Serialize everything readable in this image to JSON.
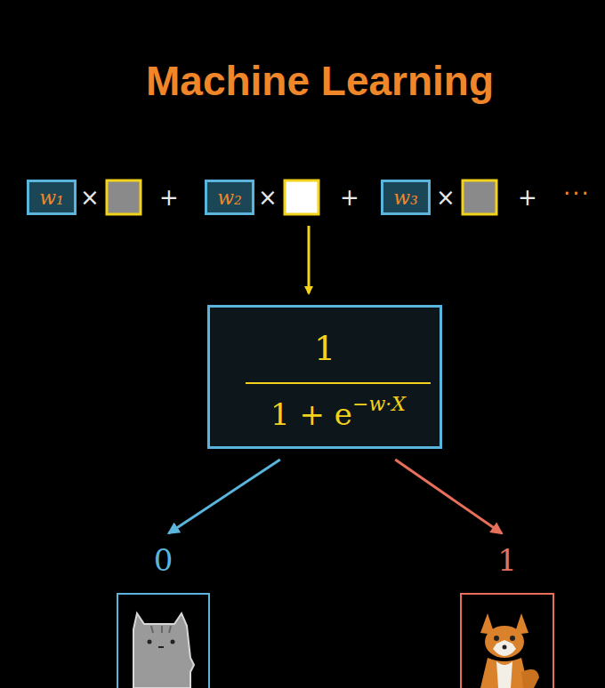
{
  "diagram": {
    "title": "Machine Learning",
    "nodes": [
      {
        "text": [
          "w₁"
        ]
      },
      {
        "text": [
          "w₂"
        ]
      },
      {
        "text": [
          "w₃"
        ]
      },
      {
        "text": [
          "1",
          "1 + e",
          "−w·X"
        ]
      },
      {
        "text": [
          "0"
        ]
      },
      {
        "text": [
          "1"
        ]
      }
    ],
    "edges": [
      {
        "from": 3,
        "to": 4,
        "arrow": "to"
      },
      {
        "from": 3,
        "to": 5,
        "arrow": "to"
      }
    ],
    "labels": [
      "×",
      "+",
      "×",
      "+",
      "×",
      "+",
      "···"
    ]
  }
}
